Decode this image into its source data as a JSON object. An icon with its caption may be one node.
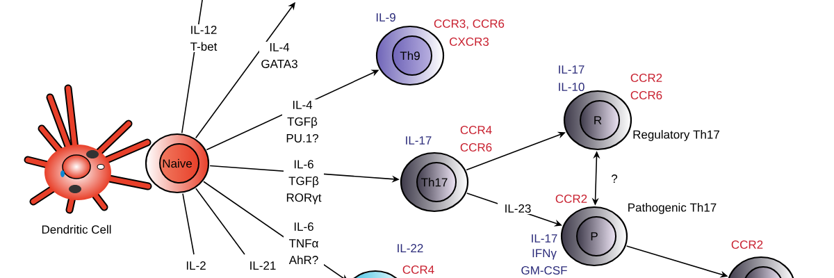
{
  "diagram": {
    "nodes": [
      {
        "text": [
          "Naive"
        ]
      },
      {
        "text": [
          "Th9"
        ],
        "beside": [
          "IL-9",
          "CCR3, CCR6",
          "CXCR3"
        ]
      },
      {
        "text": [
          "Th17"
        ],
        "beside": [
          "IL-17",
          "CCR4",
          "CCR6"
        ]
      },
      {
        "text": [
          "R"
        ],
        "beside": [
          "IL-17",
          "IL-10",
          "CCR2",
          "CCR6",
          "Regulatory Th17"
        ]
      },
      {
        "text": [
          "P"
        ],
        "beside": [
          "CCR2",
          "Pathogenic Th17",
          "IL-17",
          "IFNγ",
          "GM-CSF"
        ]
      },
      {
        "text": [],
        "shape": "circle",
        "beside": [
          "IL-22",
          "CCR4"
        ]
      },
      {
        "text": [],
        "shape": "circle",
        "beside": [
          "CCR2"
        ]
      }
    ],
    "edges": [
      {
        "from": 0,
        "to": null,
        "arrow": "none",
        "label": "IL-12 T-bet"
      },
      {
        "from": 0,
        "to": null,
        "arrow": "to",
        "label": "IL-4 GATA3"
      },
      {
        "from": 0,
        "to": 1,
        "arrow": "to",
        "label": "IL-4 TGFβ PU.1?"
      },
      {
        "from": 0,
        "to": 2,
        "arrow": "to",
        "label": "IL-6 TGFβ RORγt"
      },
      {
        "from": 0,
        "to": 5,
        "arrow": "to",
        "label": "IL-6 TNFα AhR?"
      },
      {
        "from": 0,
        "to": null,
        "arrow": "none",
        "label": "IL-21"
      },
      {
        "from": 0,
        "to": null,
        "arrow": "none",
        "label": "IL-2"
      },
      {
        "from": 2,
        "to": 3,
        "arrow": "to"
      },
      {
        "from": 2,
        "to": 4,
        "arrow": "to",
        "label": "IL-23"
      },
      {
        "from": 3,
        "to": 4,
        "arrow": "both",
        "label": "?"
      },
      {
        "from": 4,
        "to": 6,
        "arrow": "to"
      }
    ],
    "labels": [
      "Dendritic Cell"
    ]
  }
}
